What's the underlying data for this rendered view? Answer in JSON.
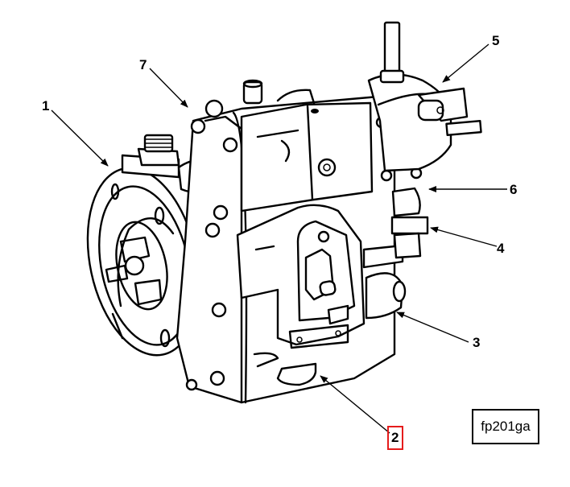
{
  "figure": {
    "title": "Fuel pump assembly exploded callout view",
    "figure_id": "fp201ga",
    "highlighted_callout": "2",
    "highlight_color": "#e51c1c",
    "callouts": [
      {
        "id": "1",
        "label": "1"
      },
      {
        "id": "2",
        "label": "2"
      },
      {
        "id": "3",
        "label": "3"
      },
      {
        "id": "4",
        "label": "4"
      },
      {
        "id": "5",
        "label": "5"
      },
      {
        "id": "6",
        "label": "6"
      },
      {
        "id": "7",
        "label": "7"
      }
    ]
  }
}
